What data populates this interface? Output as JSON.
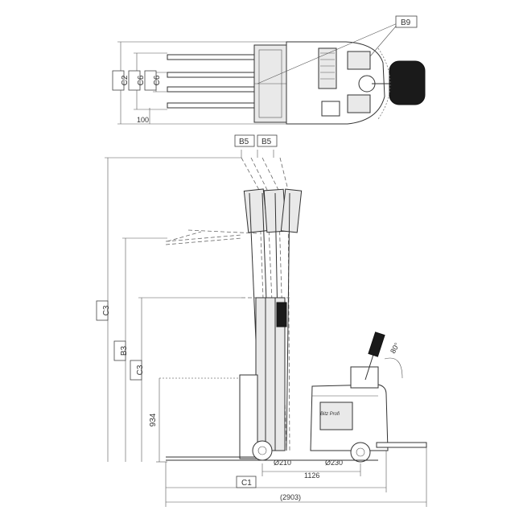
{
  "labels": {
    "b9": "B9",
    "c2": "C2",
    "c6_outer": "C6",
    "c6_inner": "C6",
    "dim_100": "100",
    "b5_left": "B5",
    "b5_right": "B5",
    "c3_total": "C3",
    "b3": "B3",
    "c3_inner": "C3",
    "dim_934": "934",
    "angle": "80°",
    "wheel_front": "Ø210",
    "wheel_rear": "Ø230",
    "dim_1126": "1126",
    "c1": "C1",
    "overall": "(2903)",
    "brand": "Bitz Profi"
  }
}
